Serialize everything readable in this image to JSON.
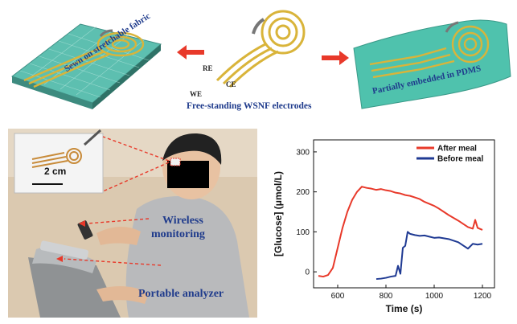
{
  "top_panel": {
    "fabric_label": "Sewn on stretchable fabric",
    "free_label": "Free-standing WSNF electrodes",
    "pdms_label": "Partially embedded in PDMS",
    "electrodes": {
      "re": "RE",
      "we": "WE",
      "ce": "CE"
    },
    "arrow_color": "#e8392a"
  },
  "photo_panel": {
    "scale_label": "2 cm",
    "wireless_label": "Wireless",
    "monitoring_label": "monitoring",
    "analyzer_label": "Portable analyzer"
  },
  "chart_data": {
    "type": "line",
    "xlabel": "Time (s)",
    "ylabel": "[Glucose] (μmol/L)",
    "xlim": [
      500,
      1250
    ],
    "ylim": [
      -40,
      330
    ],
    "xticks": [
      600,
      800,
      1000,
      1200
    ],
    "yticks": [
      0,
      100,
      200,
      300
    ],
    "legend_position": "top-right",
    "series": [
      {
        "name": "After meal",
        "color": "#e8392a",
        "x": [
          520,
          540,
          560,
          580,
          600,
          620,
          640,
          660,
          680,
          700,
          720,
          740,
          760,
          780,
          800,
          820,
          840,
          860,
          880,
          900,
          920,
          940,
          960,
          980,
          1000,
          1020,
          1040,
          1060,
          1080,
          1100,
          1120,
          1140,
          1160,
          1170,
          1180,
          1200
        ],
        "y": [
          -10,
          -12,
          -8,
          10,
          60,
          110,
          150,
          180,
          200,
          213,
          210,
          208,
          205,
          207,
          204,
          202,
          198,
          196,
          192,
          190,
          186,
          182,
          175,
          170,
          165,
          158,
          150,
          142,
          135,
          128,
          120,
          112,
          108,
          130,
          110,
          105
        ]
      },
      {
        "name": "Before meal",
        "color": "#1f3a93",
        "x": [
          760,
          780,
          800,
          820,
          840,
          850,
          860,
          870,
          880,
          890,
          900,
          920,
          940,
          960,
          980,
          1000,
          1020,
          1040,
          1060,
          1080,
          1100,
          1120,
          1140,
          1160,
          1180,
          1200
        ],
        "y": [
          -18,
          -17,
          -15,
          -12,
          -10,
          15,
          -5,
          60,
          65,
          100,
          95,
          92,
          90,
          91,
          88,
          85,
          86,
          84,
          82,
          78,
          74,
          66,
          58,
          70,
          68,
          70
        ]
      }
    ]
  }
}
